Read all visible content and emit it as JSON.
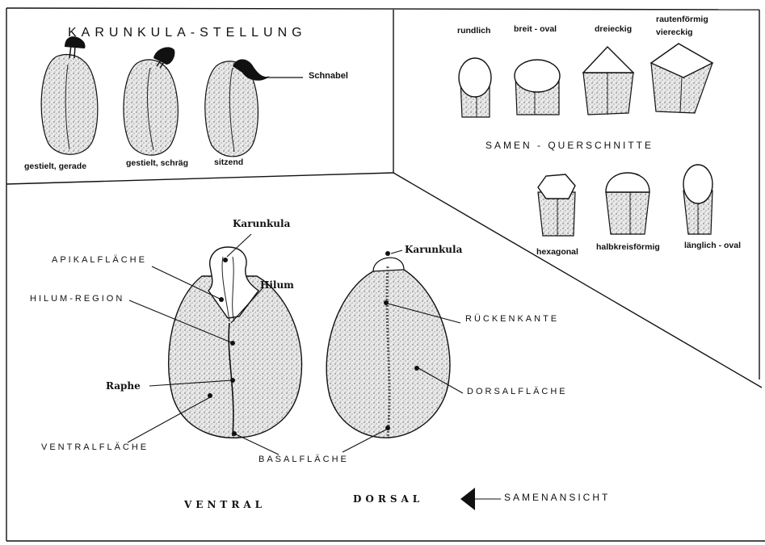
{
  "caruncle_panel": {
    "title": "KARUNKULA-STELLUNG",
    "pointer_label": "Schnabel",
    "types": [
      "gestielt, gerade",
      "gestielt, schräg",
      "sitzend"
    ]
  },
  "cross_section_panel": {
    "title": "SAMEN - QUERSCHNITTE",
    "shapes_top": [
      "rundlich",
      "breit - oval",
      "dreieckig",
      "rautenförmig\nviereckig"
    ],
    "shapes_bottom": [
      "hexagonal",
      "halbkreisförmig",
      "länglich - oval"
    ]
  },
  "seed_views": {
    "labels": {
      "karunkula_left": "Karunkula",
      "apikalflaeche": "APIKALFLÄCHE",
      "hilum": "Hilum",
      "hilum_region": "HILUM-REGION",
      "raphe": "Raphe",
      "ventralflaeche": "VENTRALFLÄCHE",
      "karunkula_right": "Karunkula",
      "rueckenkante": "RÜCKENKANTE",
      "dorsalflaeche": "DORSALFLÄCHE",
      "basalflaeche": "BASALFLÄCHE"
    },
    "view_ventral": "VENTRAL",
    "view_dorsal": "DORSAL",
    "samenansicht": "SAMENANSICHT"
  },
  "colors": {
    "ink": "#111111",
    "paper": "#ffffff",
    "stipple": "#bdbdbd"
  }
}
